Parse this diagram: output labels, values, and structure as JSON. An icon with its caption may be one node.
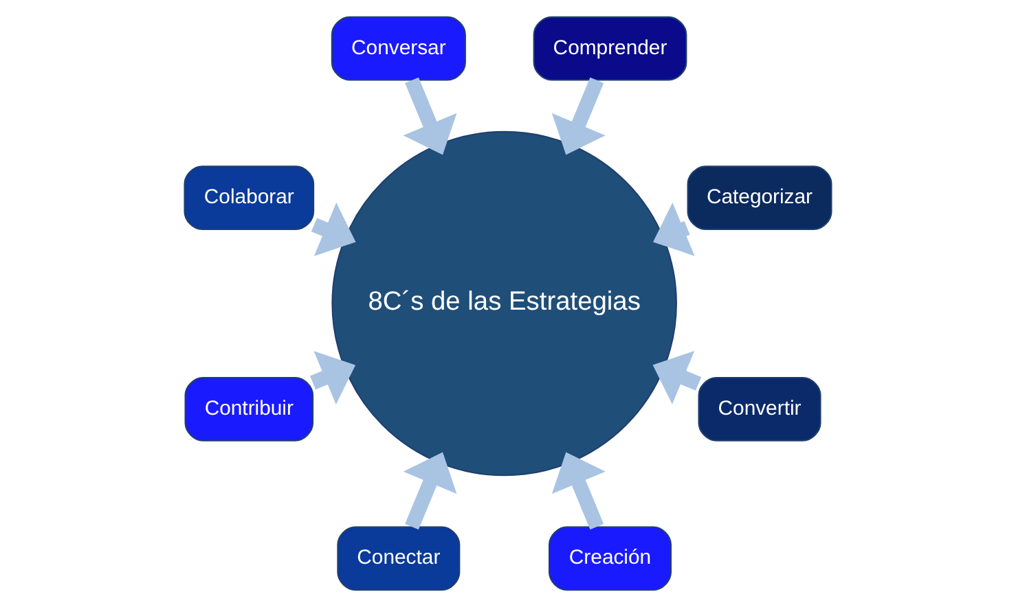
{
  "diagram": {
    "nodes": [
      {
        "text": [
          "8C´s de las Estrategias"
        ]
      },
      {
        "text": [
          "Categorizar"
        ]
      },
      {
        "text": [
          "Comprender"
        ]
      },
      {
        "text": [
          "Conversar"
        ]
      },
      {
        "text": [
          "Colaborar"
        ]
      },
      {
        "text": [
          "Contribuir"
        ]
      },
      {
        "text": [
          "Conectar"
        ]
      },
      {
        "text": [
          "Creación"
        ]
      },
      {
        "text": [
          "Convertir"
        ]
      }
    ],
    "edges": [
      {
        "from": 1,
        "to": 0,
        "arrow": "to"
      },
      {
        "from": 2,
        "to": 0,
        "arrow": "to"
      },
      {
        "from": 3,
        "to": 0,
        "arrow": "to"
      },
      {
        "from": 4,
        "to": 0,
        "arrow": "to"
      },
      {
        "from": 5,
        "to": 0,
        "arrow": "to"
      },
      {
        "from": 6,
        "to": 0,
        "arrow": "to"
      },
      {
        "from": 7,
        "to": 0,
        "arrow": "to"
      },
      {
        "from": 8,
        "to": 0,
        "arrow": "to"
      }
    ]
  }
}
